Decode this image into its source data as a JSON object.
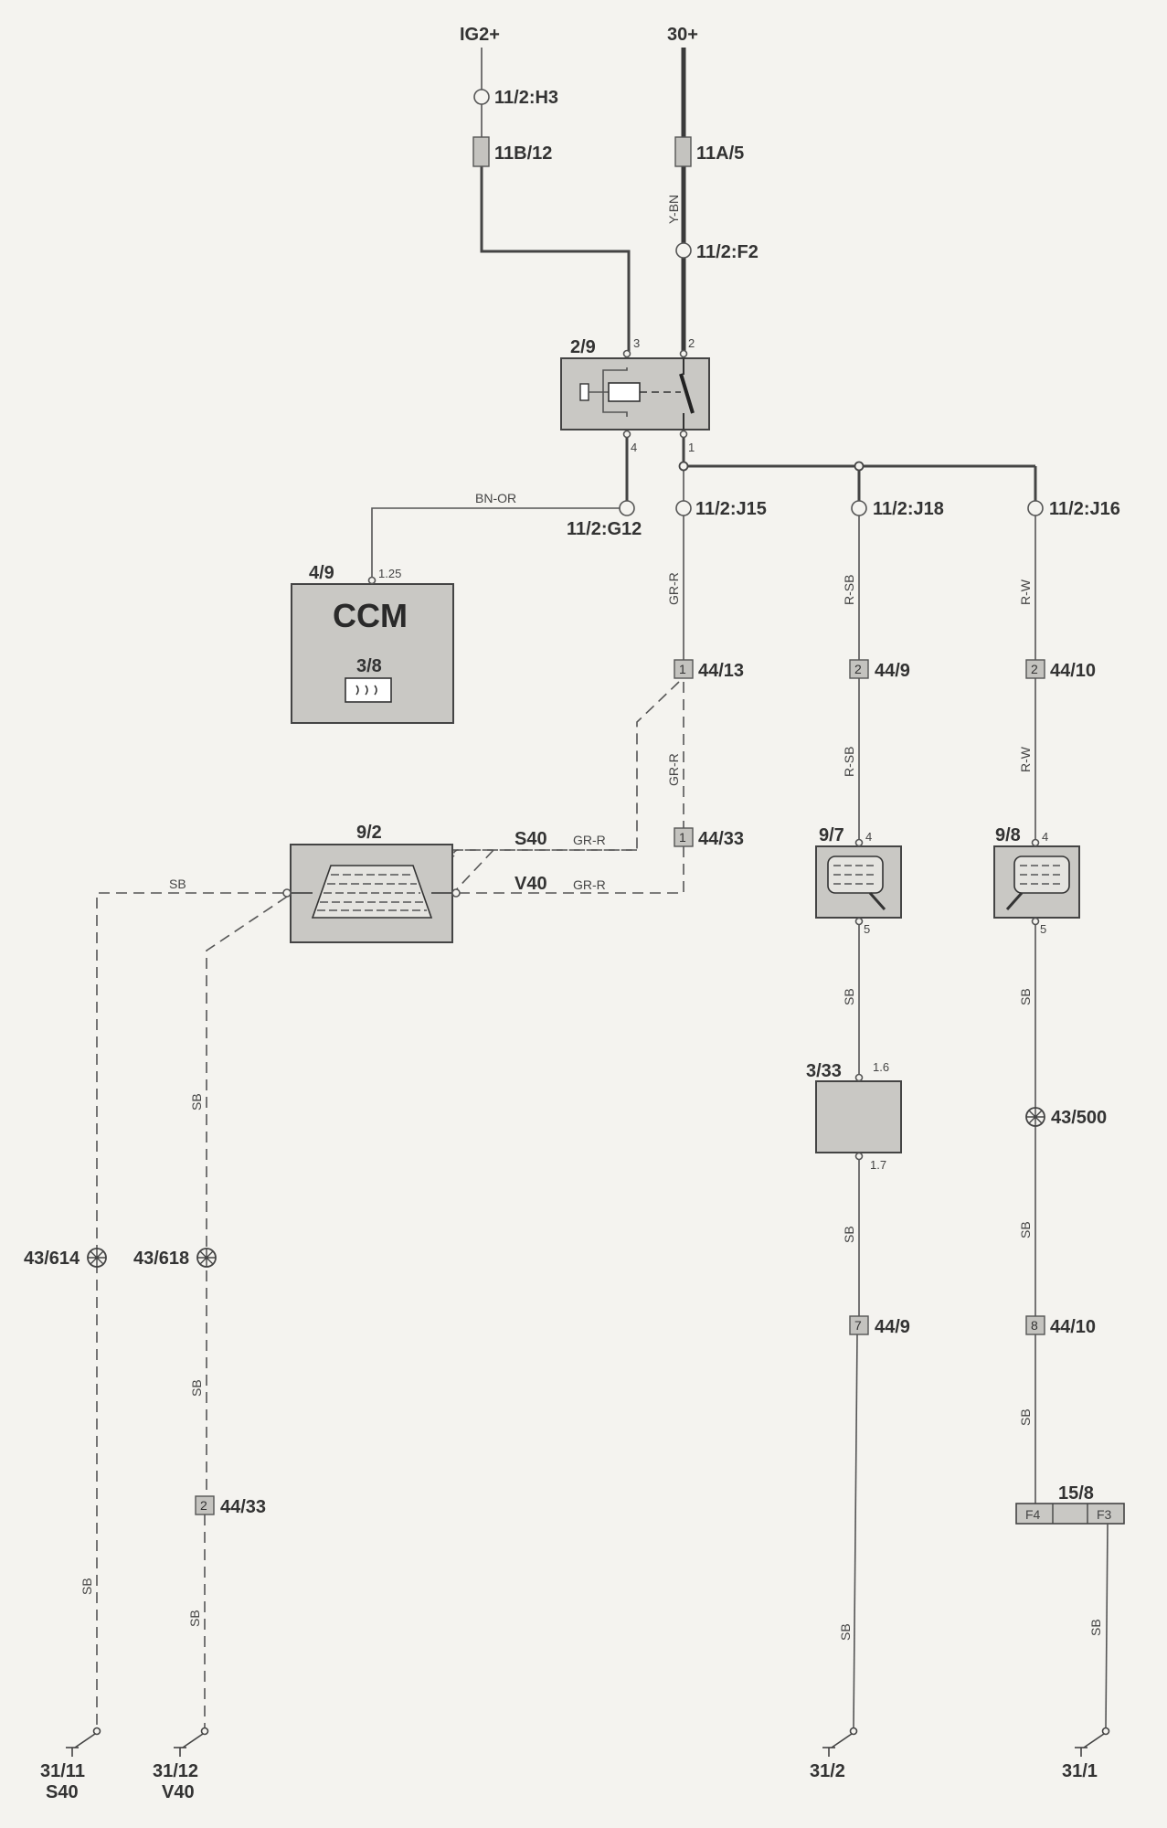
{
  "supplies": {
    "ig2": "IG2+",
    "b30": "30+"
  },
  "fuse_points": {
    "h3": "11/2:H3",
    "f2": "11/2:F2",
    "g12": "11/2:G12",
    "j15": "11/2:J15",
    "j18": "11/2:J18",
    "j16": "11/2:J16"
  },
  "fuses": {
    "f_ig": "11B/12",
    "f_30": "11A/5"
  },
  "relay": {
    "id": "2/9",
    "pin3": "3",
    "pin2": "2",
    "pin4": "4",
    "pin1": "1"
  },
  "ccm": {
    "id": "4/9",
    "name": "CCM",
    "pin": "1.25",
    "sub": "3/8"
  },
  "rear_window": {
    "id": "9/2",
    "s40": "S40",
    "v40": "V40"
  },
  "mirror_left": {
    "id": "9/7",
    "pin_in": "4",
    "pin_out": "5"
  },
  "mirror_right": {
    "id": "9/8",
    "pin_in": "4",
    "pin_out": "5"
  },
  "module_333": {
    "id": "3/33",
    "pin_in": "1.6",
    "pin_out": "1.7"
  },
  "connectors": {
    "c4413": {
      "num": "1",
      "label": "44/13"
    },
    "c4433a": {
      "num": "1",
      "label": "44/33"
    },
    "c449a": {
      "num": "2",
      "label": "44/9"
    },
    "c4410a": {
      "num": "2",
      "label": "44/10"
    },
    "c449b": {
      "num": "7",
      "label": "44/9"
    },
    "c4410b": {
      "num": "8",
      "label": "44/10"
    },
    "c4433b": {
      "num": "2",
      "label": "44/33"
    }
  },
  "splices": {
    "s614": "43/614",
    "s618": "43/618",
    "s500": "43/500"
  },
  "terminal_block": {
    "id": "15/8",
    "f4": "F4",
    "f3": "F3"
  },
  "wire_colors": {
    "ybn": "Y-BN",
    "bnor": "BN-OR",
    "grr": "GR-R",
    "rsb": "R-SB",
    "rw": "R-W",
    "sb": "SB"
  },
  "grounds": {
    "g3111": "31/11",
    "g3111_model": "S40",
    "g3112": "31/12",
    "g3112_model": "V40",
    "g312": "31/2",
    "g311": "31/1"
  }
}
